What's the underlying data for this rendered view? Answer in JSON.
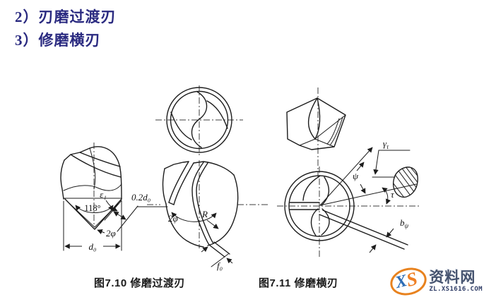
{
  "page": {
    "background": "#ffffff",
    "heading_color": "#2a2a80",
    "line_color": "#1c1c1c"
  },
  "headings": {
    "item2": "2）刃磨过渡刃",
    "item3": "3）修磨横刃"
  },
  "fig710": {
    "caption": "图7.10  修磨过渡刃",
    "labels": {
      "epsilon1": "ε₁",
      "angle118": "118°",
      "zero2d0": "0.2d₀",
      "twophi_side": "2φ",
      "d0": "d₀",
      "twophi_end": "2φ",
      "radius": "R",
      "f0": "f₀"
    }
  },
  "fig711": {
    "caption": "图7.11  修磨横刃",
    "labels": {
      "gamma_base": "γ",
      "gamma_sub": "τ",
      "psi": "ψ",
      "tau": "τ",
      "b_base": "b",
      "b_sub": "ψ"
    }
  },
  "watermark": {
    "logo_x": "X",
    "logo_s": "S",
    "site_name": "资料网",
    "site_url": "ZL.XS1616.COM"
  }
}
